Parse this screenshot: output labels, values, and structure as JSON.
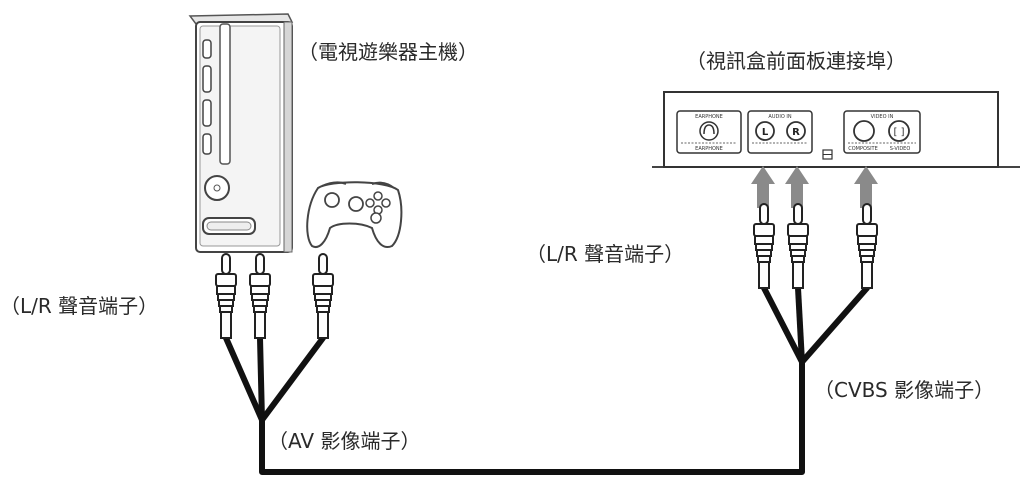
{
  "labels": {
    "console": "（電視遊樂器主機）",
    "panel": "（視訊盒前面板連接埠）",
    "lr_left": "（L/R 聲音端子）",
    "lr_right": "（L/R 聲音端子）",
    "av": "（AV 影像端子）",
    "cvbs": "（CVBS 影像端子）"
  },
  "panel": {
    "earphone_top": "EARPHONE",
    "earphone_bottom": "EARPHONE",
    "audio_in": "AUDIO IN",
    "left_jack": "L",
    "right_jack": "R",
    "video_in": "VIDEO IN",
    "composite": "COMPOSITE",
    "svideo": "S-VIDEO"
  }
}
